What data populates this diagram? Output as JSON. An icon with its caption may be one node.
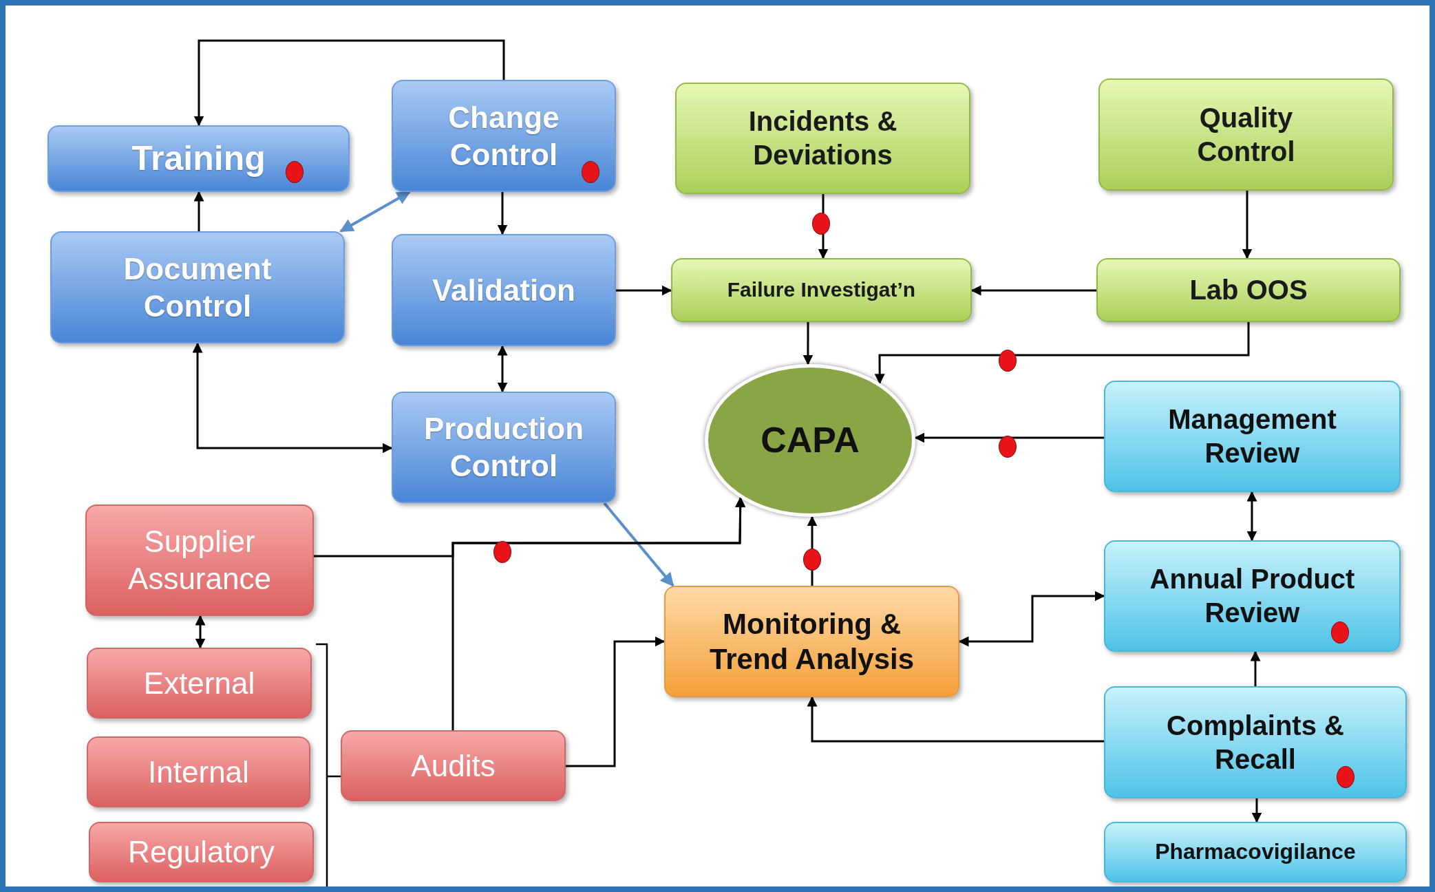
{
  "diagram": {
    "nodes": [
      {
        "text": [
          "Training"
        ]
      },
      {
        "text": [
          "Change Control"
        ]
      },
      {
        "text": [
          "Incidents & Deviations"
        ]
      },
      {
        "text": [
          "Quality Control"
        ]
      },
      {
        "text": [
          "Document Control"
        ]
      },
      {
        "text": [
          "Validation"
        ]
      },
      {
        "text": [
          "Failure Investigat’n"
        ]
      },
      {
        "text": [
          "Lab OOS"
        ]
      },
      {
        "text": [
          "CAPA"
        ]
      },
      {
        "text": [
          "Management Review"
        ]
      },
      {
        "text": [
          "Production Control"
        ]
      },
      {
        "text": [
          "Supplier Assurance"
        ]
      },
      {
        "text": [
          "Monitoring & Trend Analysis"
        ]
      },
      {
        "text": [
          "Annual Product Review"
        ]
      },
      {
        "text": [
          "External"
        ]
      },
      {
        "text": [
          "Internal"
        ]
      },
      {
        "text": [
          "Audits"
        ]
      },
      {
        "text": [
          "Complaints & Recall"
        ]
      },
      {
        "text": [
          "Regulatory"
        ]
      },
      {
        "text": [
          "Pharmacovigilance"
        ]
      }
    ],
    "edges": [
      {
        "from": 1,
        "to": 0,
        "arrow": "to"
      },
      {
        "from": 4,
        "to": 0,
        "arrow": "to"
      },
      {
        "from": 4,
        "to": 1,
        "arrow": "both",
        "color": "#5b8fc9"
      },
      {
        "from": 1,
        "to": 5,
        "arrow": "to"
      },
      {
        "from": 5,
        "to": 10,
        "arrow": "both"
      },
      {
        "from": 4,
        "to": 10,
        "arrow": "both"
      },
      {
        "from": 5,
        "to": 6,
        "arrow": "to"
      },
      {
        "from": 2,
        "to": 6,
        "arrow": "to"
      },
      {
        "from": 3,
        "to": 7,
        "arrow": "to"
      },
      {
        "from": 7,
        "to": 6,
        "arrow": "to"
      },
      {
        "from": 6,
        "to": 8,
        "arrow": "to"
      },
      {
        "from": 7,
        "to": 8,
        "arrow": "to"
      },
      {
        "from": 9,
        "to": 8,
        "arrow": "to"
      },
      {
        "from": 12,
        "to": 8,
        "arrow": "to"
      },
      {
        "from": 10,
        "to": 12,
        "arrow": "to",
        "color": "#5b8fc9"
      },
      {
        "from": 11,
        "to": 8,
        "arrow": "to"
      },
      {
        "from": 16,
        "to": 8,
        "arrow": "to"
      },
      {
        "from": 11,
        "to": 14,
        "arrow": "both"
      },
      {
        "from": 16,
        "to": 12,
        "arrow": "to"
      },
      {
        "from": 12,
        "to": 13,
        "arrow": "both"
      },
      {
        "from": 9,
        "to": 13,
        "arrow": "both"
      },
      {
        "from": 17,
        "to": 13,
        "arrow": "to"
      },
      {
        "from": 17,
        "to": 12,
        "arrow": "to"
      },
      {
        "from": 17,
        "to": 19,
        "arrow": "to"
      }
    ]
  }
}
